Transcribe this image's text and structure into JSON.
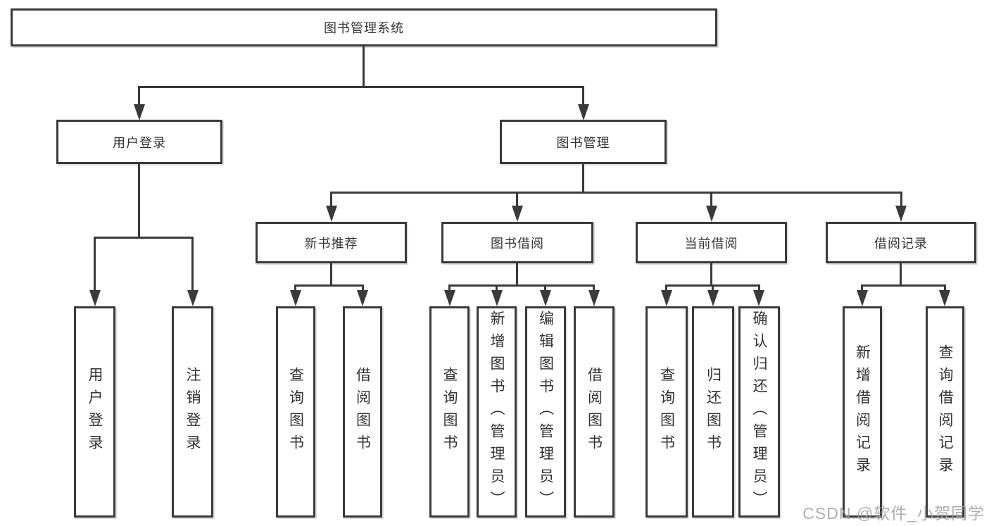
{
  "diagram": {
    "root": {
      "label": "图书管理系统"
    },
    "level2": [
      {
        "label": "用户登录"
      },
      {
        "label": "图书管理"
      }
    ],
    "level3": [
      {
        "label": "新书推荐"
      },
      {
        "label": "图书借阅"
      },
      {
        "label": "当前借阅"
      },
      {
        "label": "借阅记录"
      }
    ],
    "leaves": {
      "login": [
        "用户登录",
        "注销登录"
      ],
      "newbook": [
        "查询图书",
        "借阅图书"
      ],
      "borrow": [
        "查询图书",
        "新增图书（管理员）",
        "编辑图书（管理员）",
        "借阅图书"
      ],
      "current": [
        "查询图书",
        "归还图书",
        "确认归还（管理员）"
      ],
      "records": [
        "新增借阅记录",
        "查询借阅记录"
      ]
    }
  },
  "watermark": {
    "text": "CSDN @软件_小贺同学",
    "color": "#9e9e9e"
  },
  "colors": {
    "line": "#3a3a3a",
    "box_border": "#3a3a3a",
    "text": "#333333",
    "background": "#ffffff"
  }
}
